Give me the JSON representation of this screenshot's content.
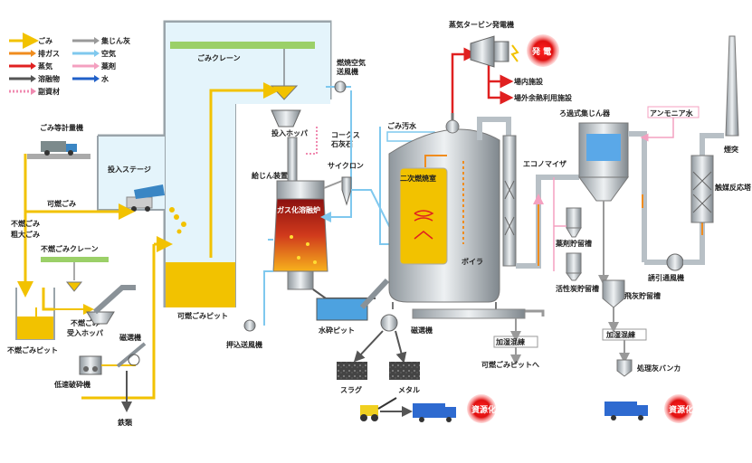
{
  "legend": [
    {
      "label": "ごみ",
      "color": "#f2c200",
      "style": "solid"
    },
    {
      "label": "排ガス",
      "color": "#f08c1e",
      "style": "solid"
    },
    {
      "label": "蒸気",
      "color": "#e02020",
      "style": "solid"
    },
    {
      "label": "溶融物",
      "color": "#555555",
      "style": "solid"
    },
    {
      "label": "副資材",
      "color": "#f08ab0",
      "style": "dotted"
    },
    {
      "label": "集じん灰",
      "color": "#999999",
      "style": "solid"
    },
    {
      "label": "空気",
      "color": "#7fc8ee",
      "style": "solid"
    },
    {
      "label": "薬剤",
      "color": "#f4a0c0",
      "style": "solid"
    },
    {
      "label": "水",
      "color": "#2060c8",
      "style": "solid"
    }
  ],
  "labels": {
    "crane": "ごみクレーン",
    "scale": "ごみ等計量機",
    "stage": "投入ステージ",
    "combustible": "可燃ごみ",
    "noncomb_bulky_1": "不燃ごみ",
    "noncomb_bulky_2": "粗大ごみ",
    "noncomb_crane": "不燃ごみクレーン",
    "noncomb_hopper_1": "不燃ごみ",
    "noncomb_hopper_2": "受入ホッパ",
    "noncomb_pit": "不燃ごみピット",
    "low_speed_crusher": "低速破砕機",
    "magnet1": "磁選機",
    "iron": "鉄類",
    "combustible_pit": "可燃ごみピット",
    "hopper": "投入ホッパ",
    "feeder": "給じん装置",
    "coke_1": "コークス",
    "coke_2": "石灰石",
    "air_fan_1": "燃焼空気",
    "air_fan_2": "送風機",
    "cyclone": "サイクロン",
    "melting_furnace": "ガス化溶融炉",
    "push_fan": "押込送風機",
    "water_pit": "水砕ピット",
    "magnet2": "磁選機",
    "slag": "スラグ",
    "metal": "メタル",
    "waste_water": "ごみ汚水",
    "secondary": "二次燃焼室",
    "boiler": "ボイラ",
    "turbine": "蒸気タービン発電機",
    "power": "発 電",
    "in_plant": "場内施設",
    "outside": "場外余熱利用施設",
    "economizer": "エコノマイザ",
    "bag_filter": "ろ過式集じん器",
    "ammonia": "アンモニア水",
    "chimney": "煙突",
    "catalyst": "触媒反応塔",
    "chem_tank": "薬剤貯留槽",
    "carbon_tank": "活性炭貯留槽",
    "induced_fan": "誘引通風機",
    "fly_ash_tank": "飛灰貯留槽",
    "humidifier1": "加湿混練",
    "to_pit": "可燃ごみピットへ",
    "humidifier2": "加湿混練",
    "treated_ash": "処理灰バンカ",
    "recycle1": "資源化",
    "recycle2": "資源化"
  }
}
